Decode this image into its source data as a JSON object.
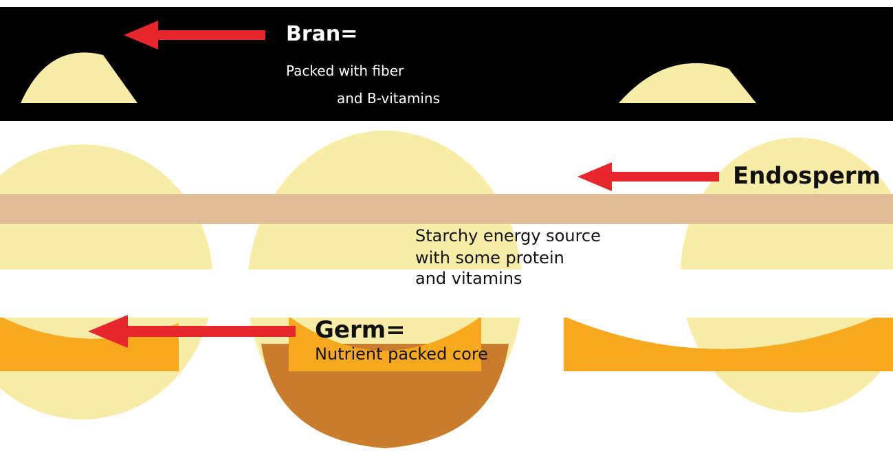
{
  "colors": {
    "kernel_light": "#f7eda6",
    "kernel_tan": "#e2bc96",
    "bran_brown": "#c87c2c",
    "germ_orange": "#f6a81f",
    "arrow_red": "#e8262d",
    "band_black": "#000000",
    "text": "#111111"
  },
  "bran": {
    "title": "Bran=",
    "desc_line1": "Packed with fiber",
    "desc_line2": "and B-vitamins"
  },
  "endosperm": {
    "title": "Endosperm",
    "desc_line1": "Starchy energy source",
    "desc_line2": "with some protein",
    "desc_line3": "and vitamins"
  },
  "germ": {
    "title": "Germ=",
    "desc": "Nutrient packed core"
  }
}
